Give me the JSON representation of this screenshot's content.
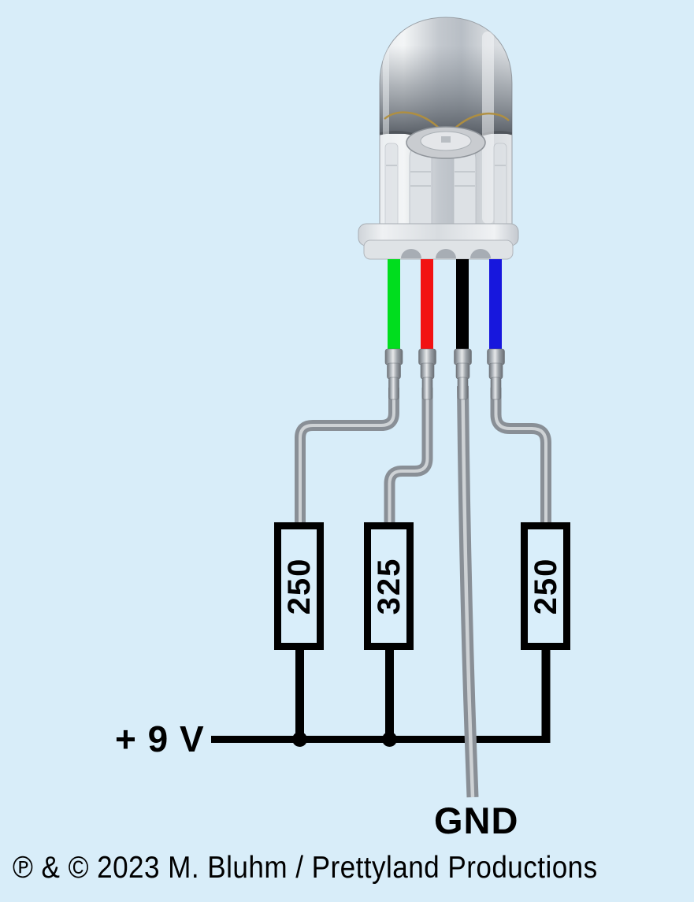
{
  "labels": {
    "supply": "+ 9 V",
    "ground": "GND",
    "copyright": "℗ & © 2023 M. Bluhm / Prettyland Productions"
  },
  "resistors": [
    {
      "value": "250"
    },
    {
      "value": "325"
    },
    {
      "value": "250"
    }
  ],
  "leds": {
    "leads": [
      {
        "name": "green",
        "color": "#00dd1e"
      },
      {
        "name": "red",
        "color": "#f21212"
      },
      {
        "name": "black",
        "color": "#000000"
      },
      {
        "name": "blue",
        "color": "#1717dd"
      }
    ]
  },
  "colors": {
    "background": "#d8edf9",
    "schematic_black": "#000000",
    "wire_metal": "#8d939a"
  }
}
